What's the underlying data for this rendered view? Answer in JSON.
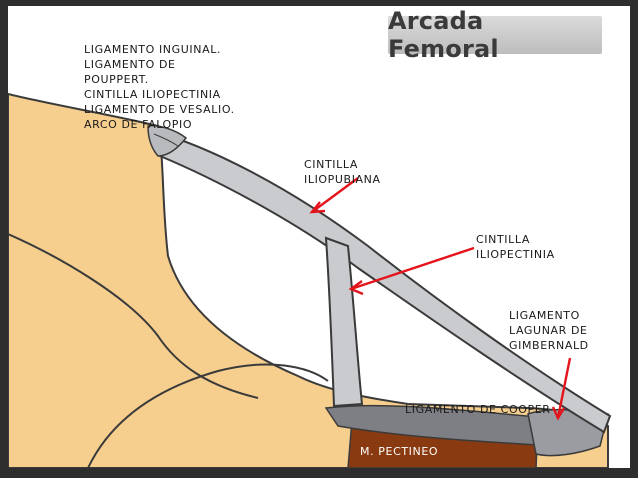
{
  "title": "Arcada Femoral",
  "labels": {
    "inguinal": [
      "LIGAMENTO INGUINAL.",
      "LIGAMENTO DE",
      "POUPPERT.",
      "CINTILLA ILIOPECTINIA",
      "LIGAMENTO DE VESALIO.",
      "ARCO DE FALOPIO"
    ],
    "iliopubiana": [
      "CINTILLA",
      "ILIOPUBIANA"
    ],
    "iliopectinia": [
      "CINTILLA",
      "ILIOPECTINIA"
    ],
    "lagunar": [
      "LIGAMENTO",
      "LAGUNAR DE",
      "GIMBERNALD"
    ],
    "cooper": "LIGAMENTO DE COOPER",
    "pectineo": "M. PECTINEO"
  },
  "colors": {
    "bone": "#f6cf8f",
    "ligament": "#c9cbcf",
    "ligament_dark": "#7d7f84",
    "muscle": "#8a3a10",
    "arrow": "#e3141b"
  }
}
